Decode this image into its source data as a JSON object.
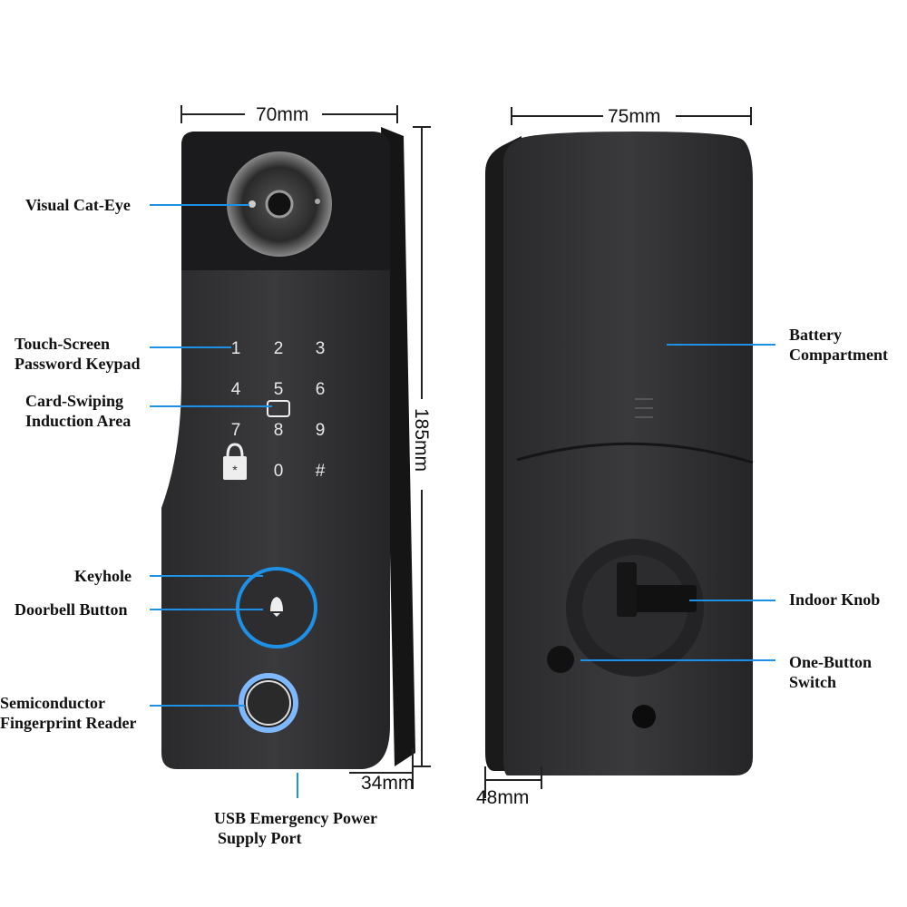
{
  "dimensions": {
    "width": "70mm",
    "height": "185mm",
    "depth_front": "34mm",
    "back_width": "75mm",
    "back_depth": "48mm"
  },
  "labels": {
    "cat_eye": "Visual Cat-Eye",
    "keypad_1": "Touch-Screen",
    "keypad_2": "Password Keypad",
    "card_1": "Card-Swiping",
    "card_2": "Induction Area",
    "keyhole": "Keyhole",
    "doorbell": "Doorbell Button",
    "finger_1": "Semiconductor",
    "finger_2": "Fingerprint Reader",
    "usb_1": "USB Emergency Power",
    "usb_2": "Supply Port",
    "battery_1": "Battery",
    "battery_2": "Compartment",
    "knob": "Indoor Knob",
    "switch_1": "One-Button",
    "switch_2": "Switch"
  },
  "keypad": [
    "1",
    "2",
    "3",
    "4",
    "5",
    "6",
    "7",
    "8",
    "9",
    "0",
    "#"
  ],
  "colors": {
    "accent": "#1e90e6",
    "body": "#2b2b2d"
  }
}
